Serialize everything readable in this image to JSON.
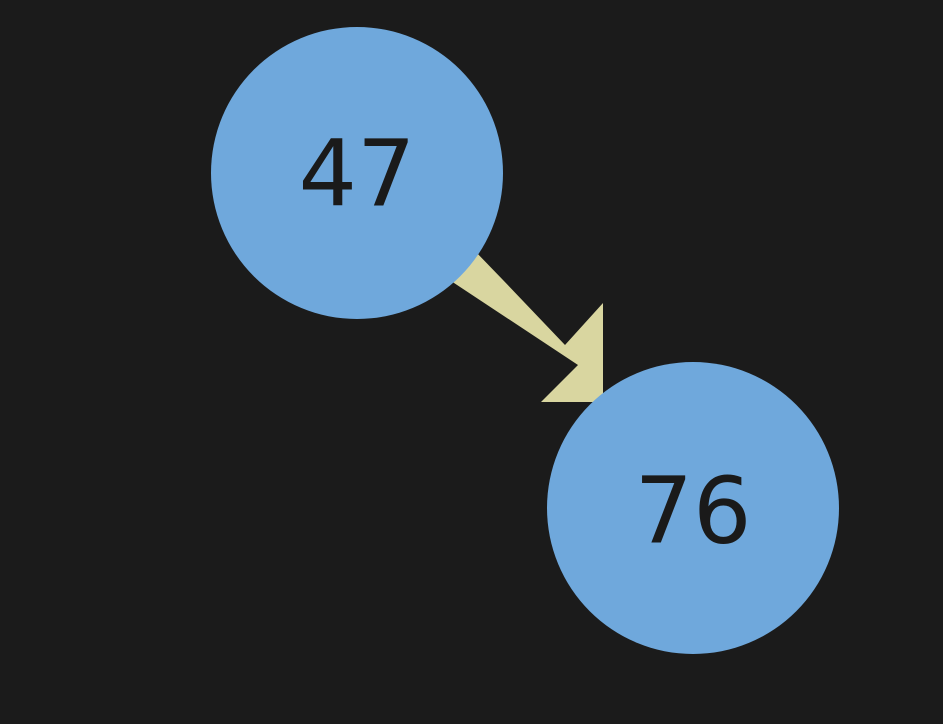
{
  "diagram": {
    "type": "binary-tree",
    "colors": {
      "background": "#1b1b1b",
      "node_fill": "#6fa8dc",
      "node_text": "#1a1a1a",
      "edge": "#d9d6a0"
    },
    "nodes": [
      {
        "id": "n47",
        "label": "47"
      },
      {
        "id": "n76",
        "label": "76"
      }
    ],
    "edges": [
      {
        "from": "n47",
        "to": "n76",
        "direction": "right-child"
      }
    ]
  }
}
